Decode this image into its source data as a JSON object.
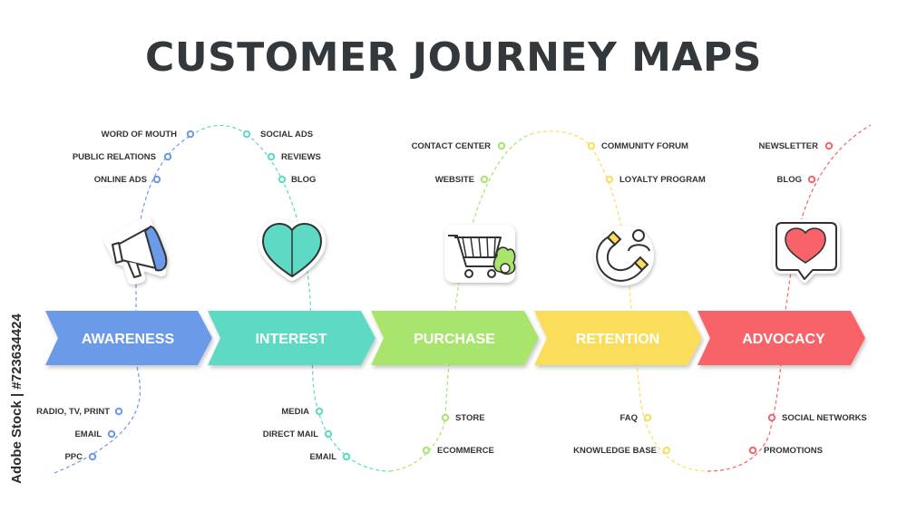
{
  "title": "CUSTOMER JOURNEY MAPS",
  "watermark": "Adobe Stock | #723634424",
  "stages": [
    {
      "name": "AWARENESS",
      "color": "#6a9ae8",
      "icon": "megaphone-icon",
      "top_items": [
        "WORD OF MOUTH",
        "PUBLIC RELATIONS",
        "ONLINE ADS"
      ],
      "bottom_items": [
        "RADIO, TV, PRINT",
        "EMAIL",
        "PPC"
      ]
    },
    {
      "name": "INTEREST",
      "color": "#5dd9c4",
      "icon": "heart-icon",
      "top_items": [
        "SOCIAL ADS",
        "REVIEWS",
        "BLOG"
      ],
      "bottom_items": [
        "MEDIA",
        "DIRECT MAIL",
        "EMAIL"
      ]
    },
    {
      "name": "PURCHASE",
      "color": "#a9e56c",
      "icon": "shopping-cart-icon",
      "top_items": [
        "CONTACT CENTER",
        "WEBSITE"
      ],
      "bottom_items": [
        "STORE",
        "ECOMMERCE"
      ]
    },
    {
      "name": "RETENTION",
      "color": "#fbdd5c",
      "icon": "magnet-user-icon",
      "top_items": [
        "COMMUNITY FORUM",
        "LOYALTY PROGRAM"
      ],
      "bottom_items": [
        "FAQ",
        "KNOWLEDGE BASE"
      ]
    },
    {
      "name": "ADVOCACY",
      "color": "#f8636a",
      "icon": "heart-speech-bubble-icon",
      "top_items": [
        "NEWSLETTER",
        "BLOG"
      ],
      "bottom_items": [
        "SOCIAL NETWORKS",
        "PROMOTIONS"
      ]
    }
  ]
}
